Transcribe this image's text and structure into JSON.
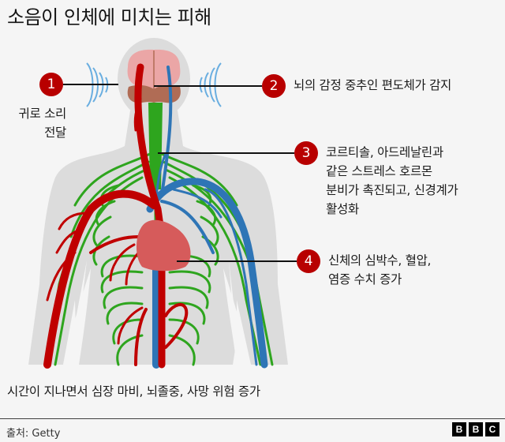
{
  "title": "소음이 인체에 미치는 피해",
  "colors": {
    "background": "#f5f5f5",
    "marker": "#b80000",
    "body_silhouette": "#dcdcdc",
    "artery": "#c00000",
    "vein": "#2e75b6",
    "nerve": "#2ea51e",
    "brain": "#eba6a6",
    "cerebellum": "#b06c55",
    "heart": "#d65b5b",
    "sound_waves": "#6aaee0"
  },
  "steps": [
    {
      "number": "1",
      "text": "귀로 소리\n전달"
    },
    {
      "number": "2",
      "text": "뇌의 감정 중추인 편도체가 감지"
    },
    {
      "number": "3",
      "text": "코르티솔, 아드레날린과\n같은 스트레스 호르몬\n분비가 촉진되고, 신경계가\n활성화"
    },
    {
      "number": "4",
      "text": "신체의 심박수, 혈압,\n염증 수치 증가"
    }
  ],
  "footnote": "시간이 지나면서 심장 마비, 뇌졸중, 사망 위험 증가",
  "source": "출처: Getty",
  "logo": [
    "B",
    "B",
    "C"
  ]
}
